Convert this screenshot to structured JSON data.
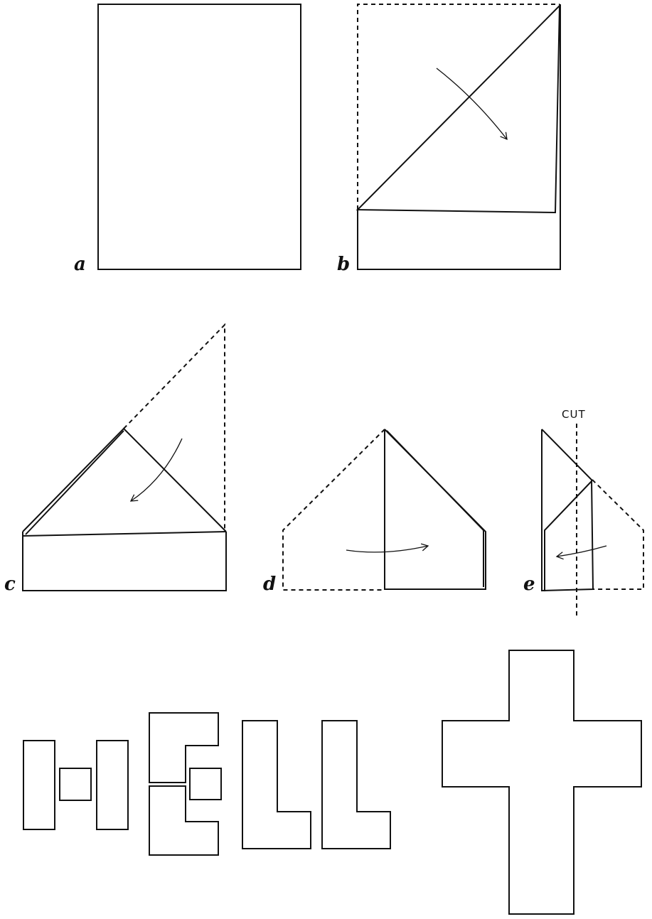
{
  "steps": {
    "a": "a",
    "b": "b",
    "c": "c",
    "d": "d",
    "e": "e"
  },
  "cut_label": "CUT",
  "colors": {
    "ink": "#111111",
    "paper": "#ffffff"
  }
}
